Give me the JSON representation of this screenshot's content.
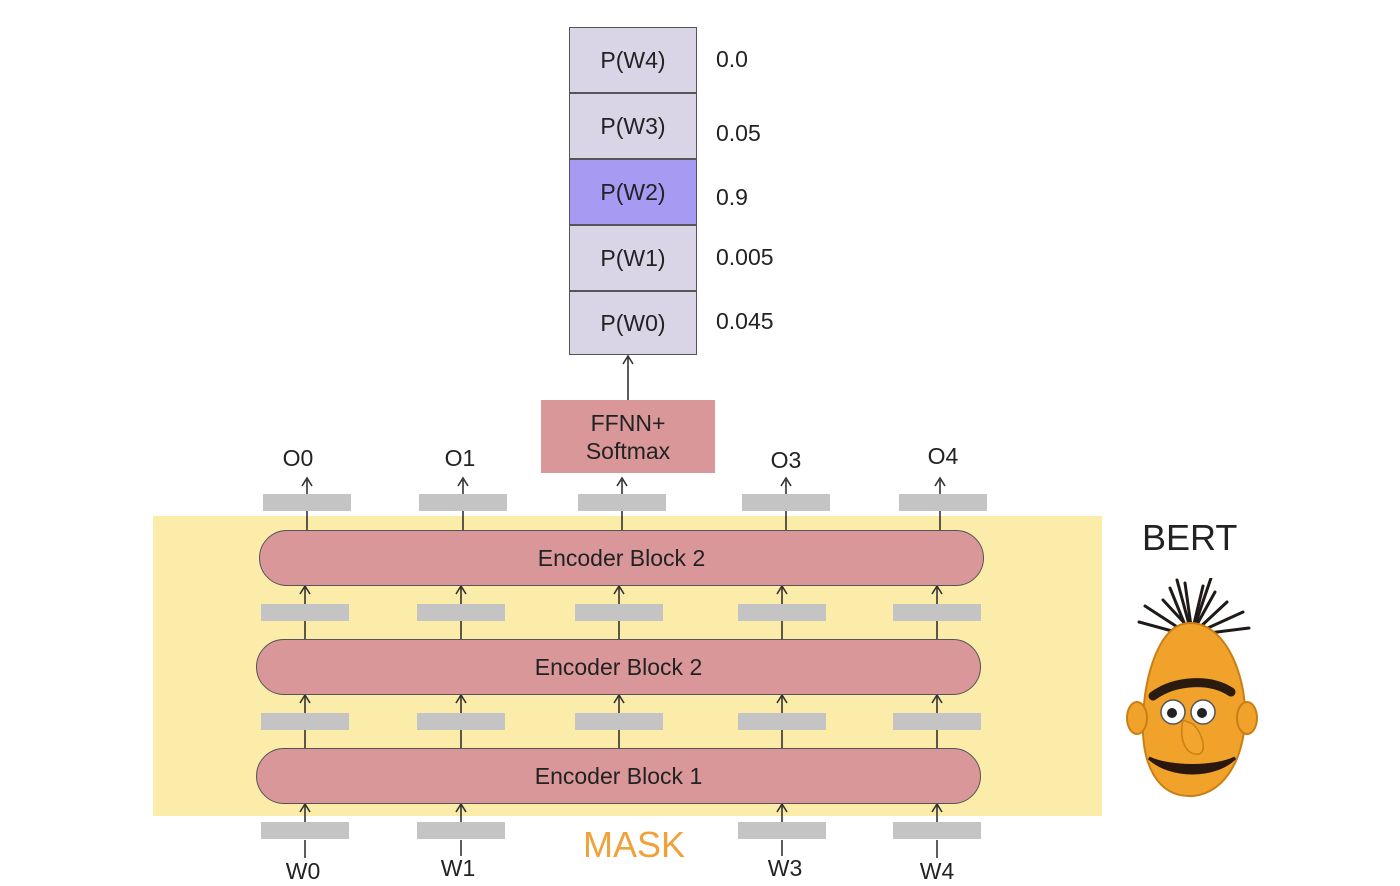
{
  "probabilities": [
    {
      "label": "P(W4)",
      "value": "0.0",
      "highlight": false
    },
    {
      "label": "P(W3)",
      "value": "0.05",
      "highlight": false
    },
    {
      "label": "P(W2)",
      "value": "0.9",
      "highlight": true
    },
    {
      "label": "P(W1)",
      "value": "0.005",
      "highlight": false
    },
    {
      "label": "P(W0)",
      "value": "0.045",
      "highlight": false
    }
  ],
  "ffnn": {
    "line1": "FFNN+",
    "line2": "Softmax"
  },
  "encoders": {
    "top": "Encoder Block 2",
    "middle": "Encoder Block 2",
    "bottom": "Encoder Block 1"
  },
  "outputs": [
    "O0",
    "O1",
    "O3",
    "O4"
  ],
  "inputs": [
    "W0",
    "W1",
    "W3",
    "W4"
  ],
  "mask_label": "MASK",
  "bert_title": "BERT",
  "colors": {
    "prob_box": "#d9d5e7",
    "prob_highlight": "#a69af2",
    "encoder": "#d9979a",
    "band": "#fbeca9",
    "mask": "#f0a23a",
    "vector": "#c4c4c4"
  }
}
